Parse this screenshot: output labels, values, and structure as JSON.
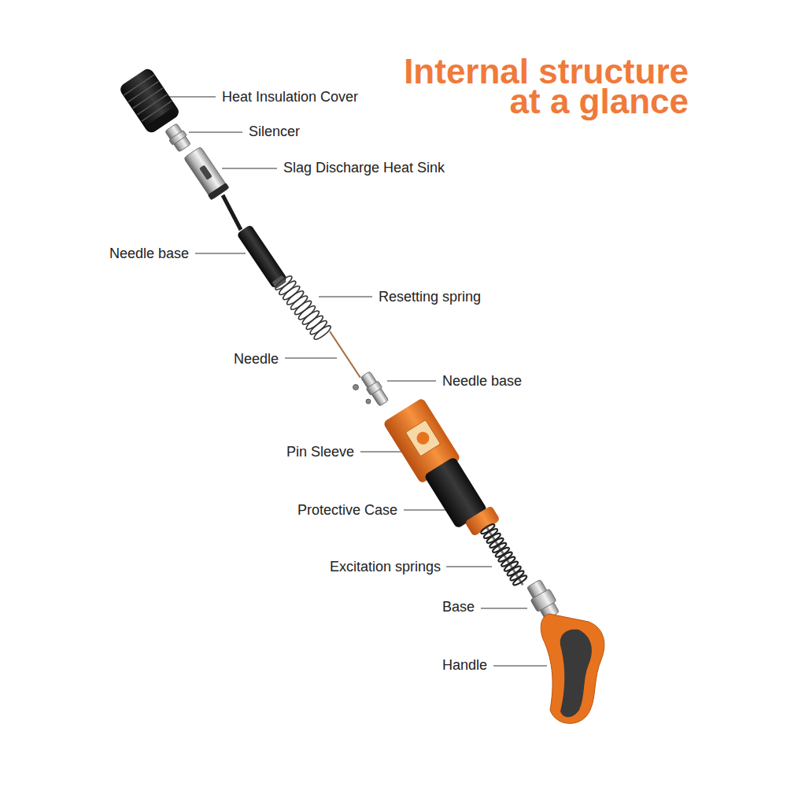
{
  "diagram": {
    "title": "Internal structure at a glance",
    "labels": [
      "Heat Insulation Cover",
      "Silencer",
      "Slag Discharge Heat Sink",
      "Needle base",
      "Resetting spring",
      "Needle",
      "Needle base",
      "Pin Sleeve",
      "Protective Case",
      "Excitation springs",
      "Base",
      "Handle"
    ]
  }
}
